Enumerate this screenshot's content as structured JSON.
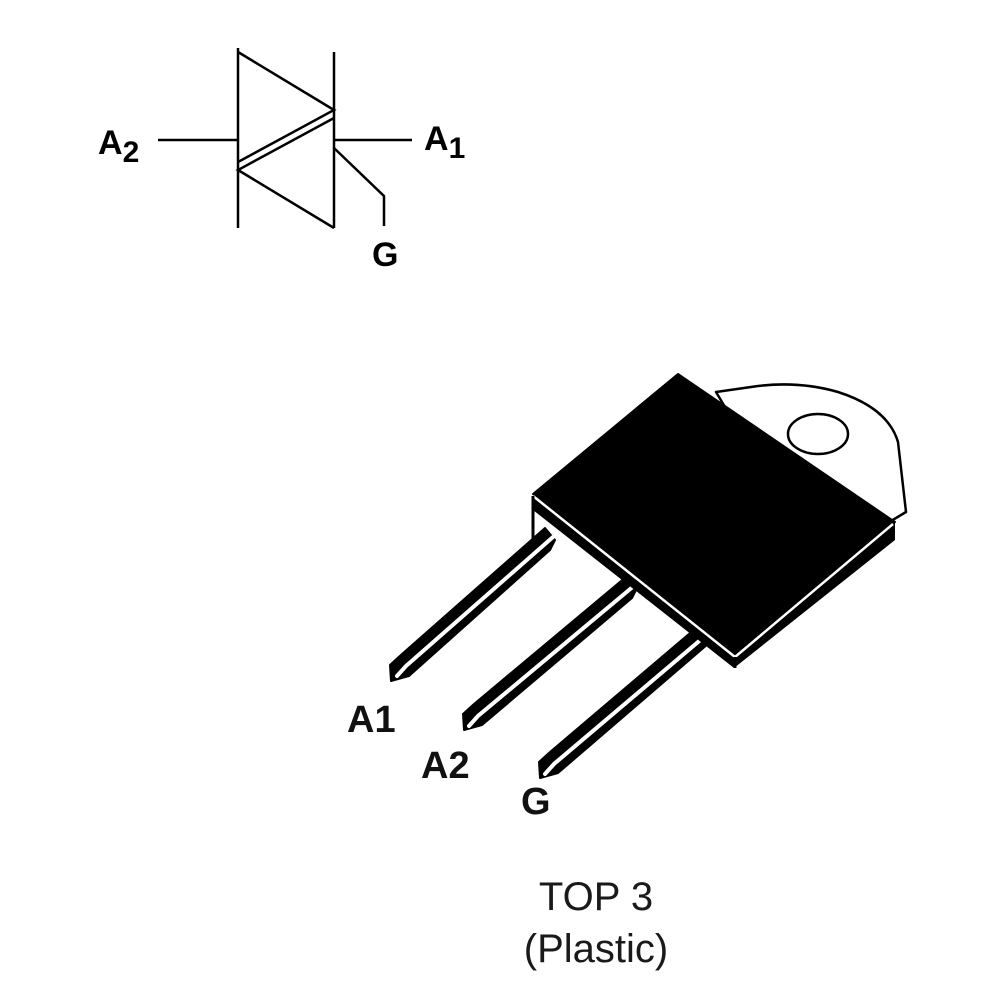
{
  "symbol": {
    "terminal_left": {
      "letter": "A",
      "sub": "2"
    },
    "terminal_right": {
      "letter": "A",
      "sub": "1"
    },
    "gate": "G"
  },
  "package": {
    "pins": [
      "A1",
      "A2",
      "G"
    ],
    "name": "TOP 3",
    "material": "(Plastic)"
  }
}
